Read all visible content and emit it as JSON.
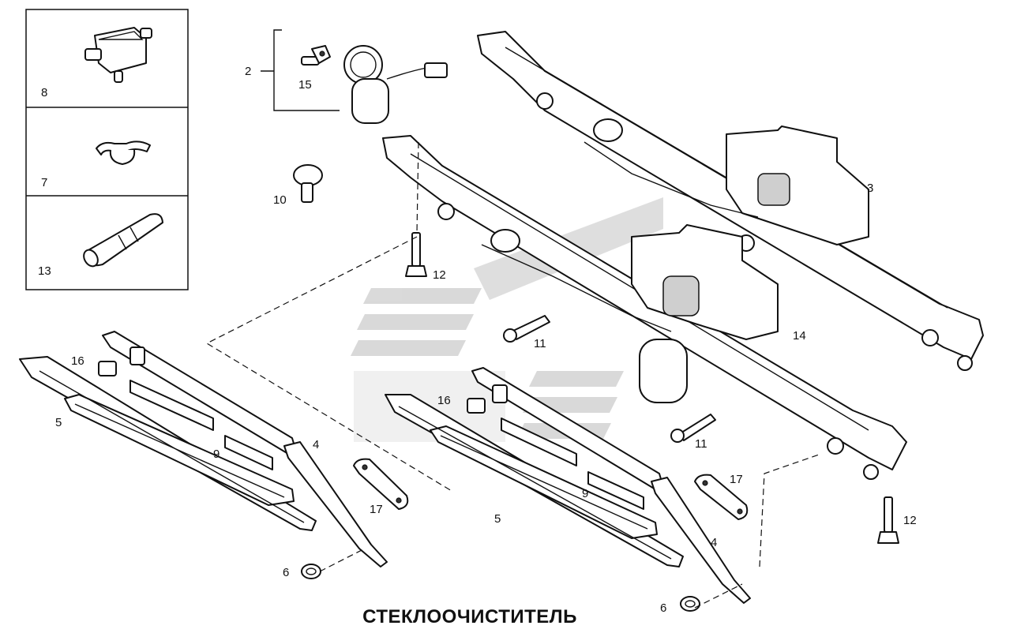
{
  "title": "СТЕКЛООЧИСТИТЕЛЬ",
  "callouts": {
    "c8": "8",
    "c7": "7",
    "c13": "13",
    "c2": "2",
    "c15": "15",
    "c10": "10",
    "c3": "3",
    "c12a": "12",
    "c11a": "11",
    "c14": "14",
    "c16a": "16",
    "c5a": "5",
    "c9a": "9",
    "c4a": "4",
    "c17a": "17",
    "c6a": "6",
    "c16b": "16",
    "c9b": "9",
    "c5b": "5",
    "c11b": "11",
    "c17b": "17",
    "c12b": "12",
    "c4b": "4",
    "c6b": "6"
  }
}
